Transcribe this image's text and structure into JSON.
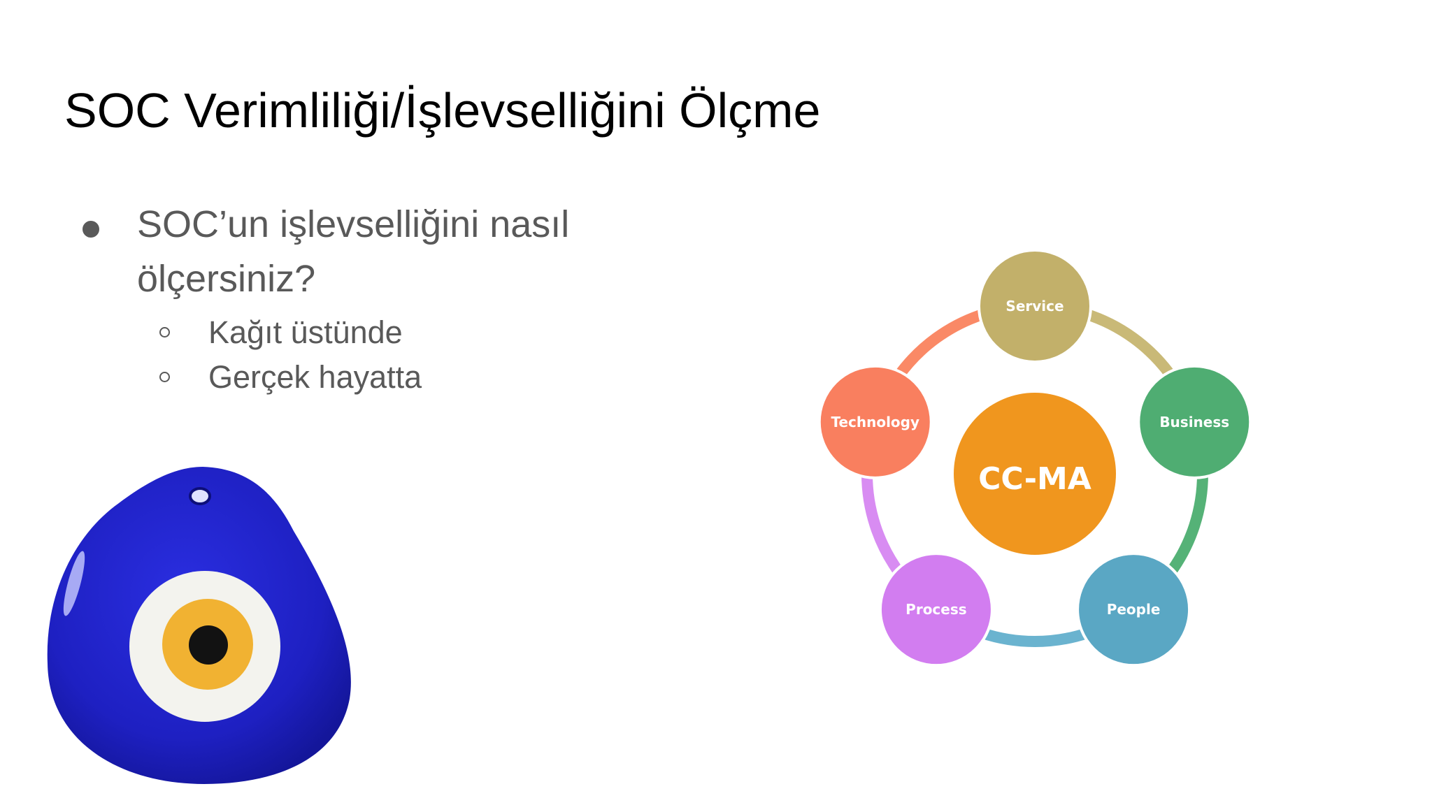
{
  "slide": {
    "title": "SOC Verimliliği/İşlevselliğini Ölçme",
    "bullets": [
      {
        "text": "SOC’un işlevselliğini nasıl ölçersiniz?",
        "sub": [
          "Kağıt üstünde",
          "Gerçek hayatta"
        ]
      }
    ]
  },
  "diagram": {
    "center": {
      "label": "CC-MA",
      "color": "#F0961E"
    },
    "nodes": [
      {
        "label": "Service",
        "color": "#C2B06A",
        "arc_color": "#C9B977"
      },
      {
        "label": "Business",
        "color": "#4FAD72",
        "arc_color": "#55B277"
      },
      {
        "label": "People",
        "color": "#5AA7C4",
        "arc_color": "#6AB3CF"
      },
      {
        "label": "Process",
        "color": "#D27DF0",
        "arc_color": "#D88CF2"
      },
      {
        "label": "Technology",
        "color": "#F97F5F",
        "arc_color": "#FA8966"
      }
    ]
  },
  "image": {
    "icon": "evil-eye-nazar-bead-icon",
    "colors": {
      "outer": "#1F22C8",
      "middle": "#F5F5F0",
      "iris": "#F2B431",
      "pupil": "#111111"
    }
  }
}
